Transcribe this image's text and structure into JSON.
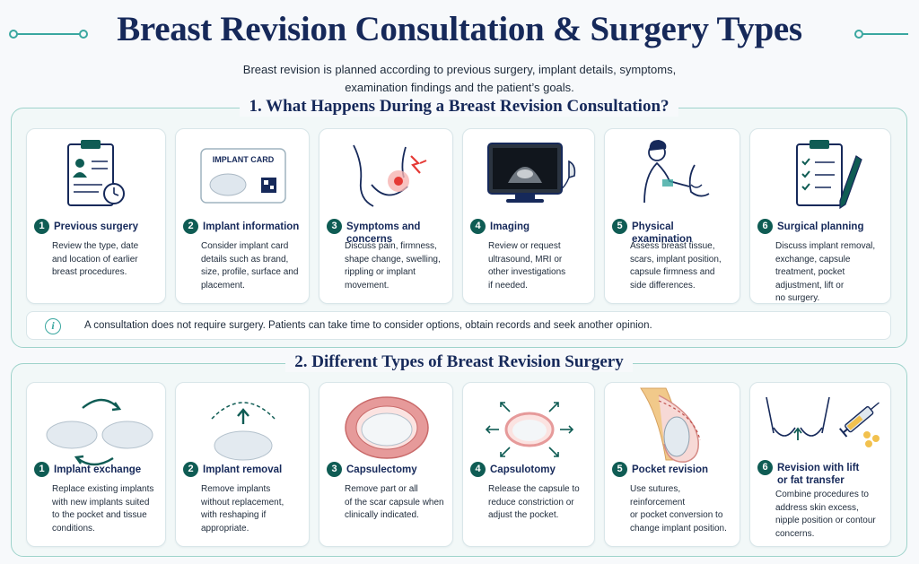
{
  "title": "Breast Revision Consultation & Surgery Types",
  "subtitle": [
    "Breast revision is planned according to previous surgery, implant details, symptoms,",
    "examination findings and the patient’s goals."
  ],
  "colors": {
    "navy": "#16295a",
    "teal": "#0f5c54",
    "accent": "#3aa7a0",
    "red": "#e53935"
  },
  "section1": {
    "title": "1. What Happens During a Breast Revision Consultation?",
    "cards": [
      {
        "number": "1",
        "heading": "Previous surgery",
        "icon": "clipboard-person-clock-icon",
        "lines": [
          "Review the type, date",
          "and location of earlier",
          "breast procedures."
        ]
      },
      {
        "number": "2",
        "heading": "Implant information",
        "icon": "implant-card-icon",
        "card_label": "IMPLANT CARD",
        "lines": [
          "Consider implant card",
          "details such as brand,",
          "size, profile, surface and",
          "placement."
        ]
      },
      {
        "number": "3",
        "heading": "Symptoms and concerns",
        "icon": "breast-pain-icon",
        "lines": [
          "Discuss pain, firmness,",
          "shape change, swelling,",
          "rippling or implant",
          "movement."
        ]
      },
      {
        "number": "4",
        "heading": "Imaging",
        "icon": "ultrasound-monitor-icon",
        "lines": [
          "Review or request",
          "ultrasound, MRI or",
          "other investigations",
          "if needed."
        ]
      },
      {
        "number": "5",
        "heading": "Physical examination",
        "icon": "physical-exam-icon",
        "lines": [
          "Assess breast tissue,",
          "scars, implant position,",
          "capsule firmness and",
          "side differences."
        ]
      },
      {
        "number": "6",
        "heading": "Surgical planning",
        "icon": "checklist-pen-icon",
        "lines": [
          "Discuss implant removal,",
          "exchange, capsule",
          "treatment, pocket",
          "adjustment, lift or",
          "no surgery."
        ]
      }
    ],
    "note": "A consultation does not require surgery. Patients can take time to consider options, obtain records and seek another opinion."
  },
  "section2": {
    "title": "2. Different Types of Breast Revision Surgery",
    "cards": [
      {
        "number": "1",
        "heading": [
          "Implant exchange"
        ],
        "icon": "implant-exchange-icon",
        "lines": [
          "Replace existing implants",
          "with new implants suited",
          "to the pocket and tissue",
          "conditions."
        ]
      },
      {
        "number": "2",
        "heading": [
          "Implant removal"
        ],
        "icon": "implant-removal-icon",
        "lines": [
          "Remove implants",
          "without replacement,",
          "with reshaping if",
          "appropriate."
        ]
      },
      {
        "number": "3",
        "heading": [
          "Capsulectomy"
        ],
        "icon": "capsulectomy-icon",
        "lines": [
          "Remove part or all",
          "of the scar capsule when",
          "clinically indicated."
        ]
      },
      {
        "number": "4",
        "heading": [
          "Capsulotomy"
        ],
        "icon": "capsulotomy-icon",
        "lines": [
          "Release the capsule to",
          "reduce constriction or",
          "adjust the pocket."
        ]
      },
      {
        "number": "5",
        "heading": [
          "Pocket revision"
        ],
        "icon": "pocket-revision-icon",
        "lines": [
          "Use sutures, reinforcement",
          "or pocket conversion to",
          "change implant position."
        ]
      },
      {
        "number": "6",
        "heading": [
          "Revision with lift",
          "or fat transfer"
        ],
        "icon": "lift-fat-transfer-icon",
        "lines": [
          "Combine procedures to",
          "address skin excess,",
          "nipple position or contour",
          "concerns."
        ]
      }
    ]
  }
}
